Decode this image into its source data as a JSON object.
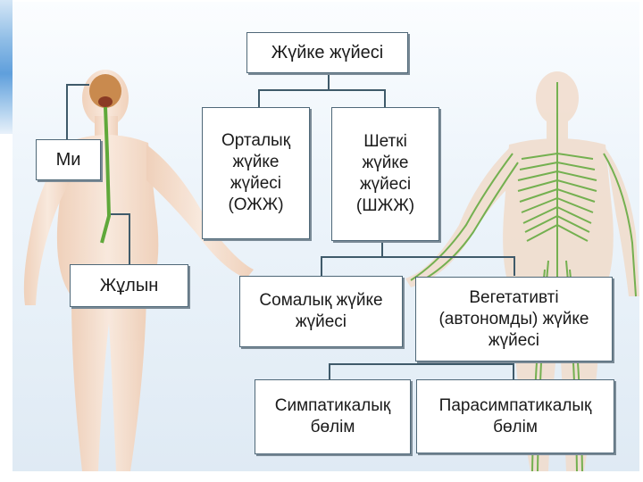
{
  "diagram": {
    "root": {
      "label": "Жүйке жүйесі"
    },
    "level2": [
      {
        "label": "Орталық\nжүйке\nжүйесі\n(ОЖЖ)"
      },
      {
        "label": "Шеткі\nжүйке\nжүйесі\n(ШЖЖ)"
      }
    ],
    "level3": [
      {
        "label": "Сомалық жүйке\nжүйесі"
      },
      {
        "label": "Вегетативті\n(автономды) жүйке\nжүйесі"
      }
    ],
    "level4": [
      {
        "label": "Симпатикалық\nбөлім"
      },
      {
        "label": "Парасимпатикалық\nбөлім"
      }
    ],
    "anatomy_labels": [
      {
        "label": "Ми"
      },
      {
        "label": "Жұлын"
      }
    ]
  },
  "colors": {
    "nerve_green": "#5fa83a",
    "skin": "#f3d9c4",
    "brain": "#c98a4e",
    "box_border": "#4f6878",
    "connector": "#3f5a6a"
  }
}
